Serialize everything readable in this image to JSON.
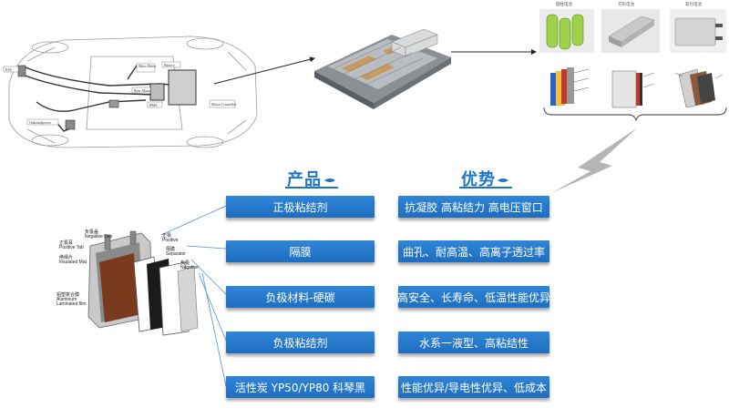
{
  "car_labels": {
    "ess": "ESS",
    "onboard": "Onboardpower",
    "motor": "Main Motor",
    "battery": "Battery",
    "controller": "Motor Controller",
    "rear_motor": "Rear Motor",
    "bms": "BMS"
  },
  "cell_types": [
    {
      "caption": "圆柱电池"
    },
    {
      "caption": "方形电池"
    },
    {
      "caption": "软包电池"
    }
  ],
  "headers": {
    "products": "产品",
    "advantages": "优势"
  },
  "products": [
    "正极粘结剂",
    "隔膜",
    "负极材料-硬碳",
    "负极粘结剂",
    "活性炭 YP50/YP80  科琴黑"
  ],
  "advantages": [
    "抗凝胶 高粘结力 高电压窗口",
    "曲孔、耐高温、高离子透过率",
    "高安全、长寿命、低温性能优异",
    "水系一液型、高粘结性",
    "性能优异/导电性优异、低成本"
  ],
  "cell_labels": {
    "neg_cap": "负极盖",
    "neg_cap_en": "Negative Cap",
    "pos_tab": "正极耳",
    "pos_tab_en": "Positive Tab",
    "insulated": "绝缘片",
    "insulated_en": "Insulated Mat",
    "aluminum": "铝塑复合膜",
    "aluminum_en": "Aluminum Laminated film",
    "positive": "正极",
    "positive_en": "Positive",
    "separator": "隔膜",
    "separator_en": "Separator",
    "negative": "负极",
    "negative_en": "Negative"
  },
  "colors": {
    "accent": "#1e74c6",
    "bar": "#2a7fd0"
  }
}
